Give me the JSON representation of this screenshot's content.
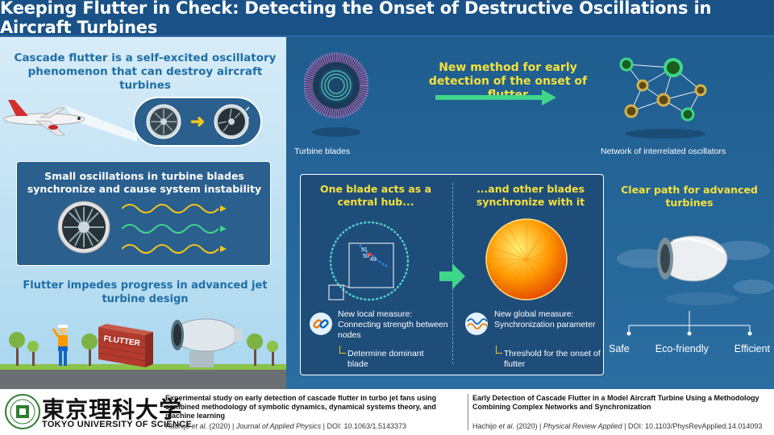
{
  "title": "Keeping Flutter in Check: Detecting the Onset of Destructive Oscillations in Aircraft Turbines",
  "left": {
    "intro": "Cascade flutter is a self-excited oscillatory phenomenon that can destroy aircraft turbines",
    "sync_text": "Small oscillations in turbine blades synchronize and cause system instability",
    "impedes": "Flutter impedes progress in advanced jet turbine design",
    "wall_label": "FLUTTER"
  },
  "right": {
    "turbine_label": "Turbine blades",
    "new_method": "New method for early detection of the onset of flutter",
    "network_label": "Network of interrelated oscillators",
    "hub_title": "One blade acts as a central hub...",
    "sync_title": "...and other blades synchronize with it",
    "hub_numbers": [
      "51",
      "50",
      "49"
    ],
    "local_measure": "New local measure: Connecting strength between nodes",
    "local_sub": "Determine dominant blade",
    "global_measure": "New global measure: Synchronization parameter",
    "global_sub": "Threshold for the onset of flutter",
    "clear_path": "Clear path for advanced turbines",
    "benefits": [
      "Safe",
      "Eco-friendly",
      "Efficient"
    ]
  },
  "footer": {
    "uni_jp": "東京理科大学",
    "uni_en": "TOKYO UNIVERSITY OF SCIENCE",
    "ref1_title": "Experimental study on early detection of cascade flutter in turbo jet fans using combined methodology of symbolic dynamics, dynamical systems theory, and machine learning",
    "ref1_authors": "Hachijo",
    "ref1_etal": " et al.",
    "ref1_year": " (2020)  |  ",
    "ref1_journal": "Journal of Applied Physics",
    "ref1_doi": "  |  DOI: 10.1063/1.5143373",
    "ref2_title": "Early Detection of Cascade Flutter in a Model Aircraft Turbine Using a Methodology Combining Complex Networks and Synchronization",
    "ref2_authors": "Hachijo",
    "ref2_etal": " et al.",
    "ref2_year": " (2020)  |  ",
    "ref2_journal": "Physical Review Applied",
    "ref2_doi": "  |  DOI: 10.1103/PhysRevApplied.14.014093"
  },
  "colors": {
    "title_bg": "#1a5287",
    "accent_yellow": "#f5e13a",
    "accent_green": "#3fd68a",
    "intro_blue": "#1e6ea6"
  }
}
